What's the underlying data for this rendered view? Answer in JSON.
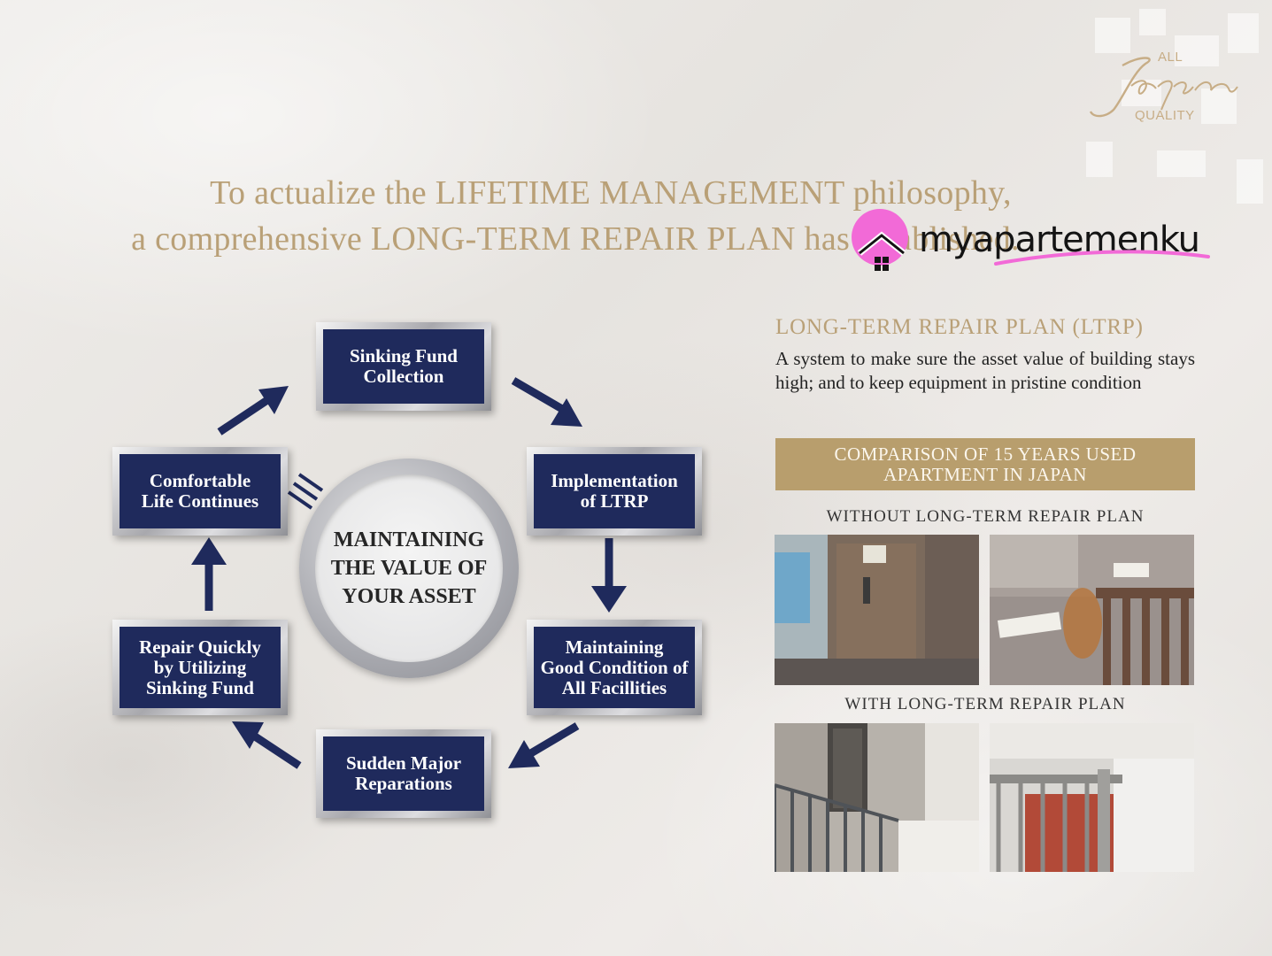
{
  "brand": {
    "all": "ALL",
    "japan_script": "Japan",
    "quality": "QUALITY"
  },
  "headline": {
    "line1": "To actualize the LIFETIME MANAGEMENT philosophy,",
    "line2": "a comprehensive LONG-TERM REPAIR PLAN has established."
  },
  "watermark": {
    "text": "myapartemenku",
    "circle_color": "#f26ad7"
  },
  "diagram": {
    "center": "MAINTAINING THE VALUE OF YOUR ASSET",
    "steps": [
      "Sinking Fund\nCollection",
      "Implementation\nof LTRP",
      "Maintaining\nGood Condition of\nAll Facillities",
      "Sudden Major\nReparations",
      "Repair Quickly\nby Utilizing\nSinking Fund",
      "Comfortable\nLife Continues"
    ],
    "box_color": "#1f2a5c",
    "arrow_color": "#1f2a5c"
  },
  "ltrp": {
    "title": "LONG-TERM REPAIR PLAN (LTRP)",
    "description": "A system to make sure the asset value of building stays high; and to keep equipment in pristine condition"
  },
  "comparison": {
    "banner": "COMPARISON OF 15 YEARS USED APARTMENT IN JAPAN",
    "banner_color": "#b89e6d",
    "without_label": "WITHOUT LONG-TERM REPAIR PLAN",
    "with_label": "WITH LONG-TERM REPAIR PLAN"
  },
  "colors": {
    "gold": "#b9a077",
    "navy": "#1f2a5c"
  }
}
